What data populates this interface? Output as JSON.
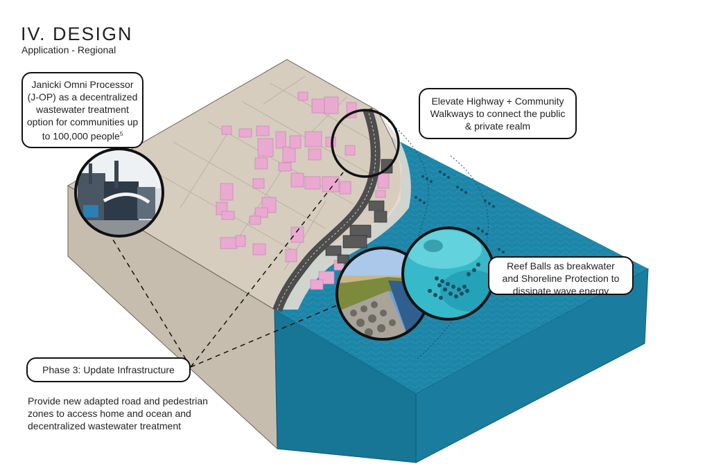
{
  "heading": {
    "title": "IV. DESIGN",
    "subtitle": "Application - Regional"
  },
  "callouts": {
    "jop": {
      "lines": [
        "Janicki Omni Processor",
        "(J-OP)  as a decentralized",
        "wastewater treatment",
        "option for communities up",
        "to 100,000 people"
      ],
      "footnote": "5"
    },
    "highway": {
      "lines": [
        "Elevate Highway + Community",
        "Walkways to connect the public",
        "& private realm"
      ]
    },
    "reef": {
      "lines": [
        "Reef Balls as breakwater",
        "and Shoreline Protection to",
        "dissipate wave energy"
      ]
    },
    "phase": {
      "label": "Phase 3:  Update Infrastructure"
    }
  },
  "description": {
    "lines": [
      "Provide new adapted road and pedestrian",
      "zones to access home and ocean and",
      "decentralized wastewater treatment"
    ]
  },
  "colors": {
    "land": "#d6cdbf",
    "ocean": "#1d86a8",
    "ocean_side": "#177596",
    "land_side": "#c7bdaf",
    "building": "#e9a9d1",
    "road": "#4d4d4d",
    "callout_border": "#111111"
  }
}
